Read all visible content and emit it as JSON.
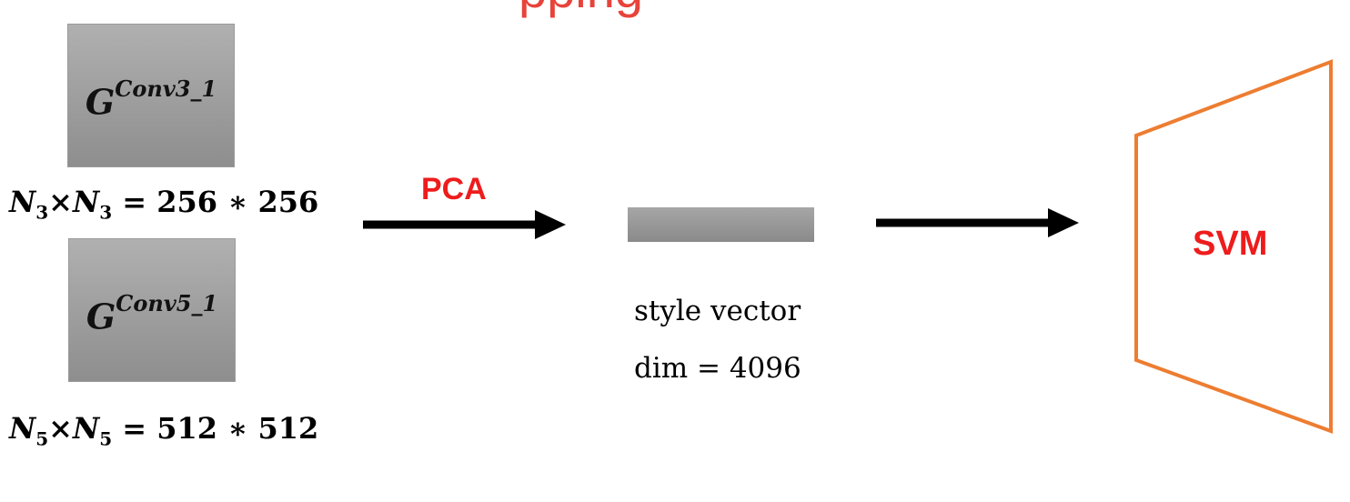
{
  "header": {
    "partial_title": "pping"
  },
  "gram_matrices": [
    {
      "symbol": "G",
      "superscript": "Conv3_1",
      "rows_var": "N",
      "rows_sub": "3",
      "times": "×",
      "cols_var": "N",
      "cols_sub": "3",
      "equals_text": "= 256 ∗ 256"
    },
    {
      "symbol": "G",
      "superscript": "Conv5_1",
      "rows_var": "N",
      "rows_sub": "5",
      "times": "×",
      "cols_var": "N",
      "cols_sub": "5",
      "equals_text": "= 512 ∗ 512"
    }
  ],
  "pca": {
    "label": "PCA"
  },
  "style_vector": {
    "name": "style vector",
    "dim_text": "dim = 4096"
  },
  "classifier": {
    "label": "SVM"
  },
  "colors": {
    "title_red": "#e8433b",
    "label_red": "#ee1c1c",
    "svm_outline": "#ed7d31",
    "arrow": "#000000",
    "box_gray": "#9e9e9e"
  }
}
